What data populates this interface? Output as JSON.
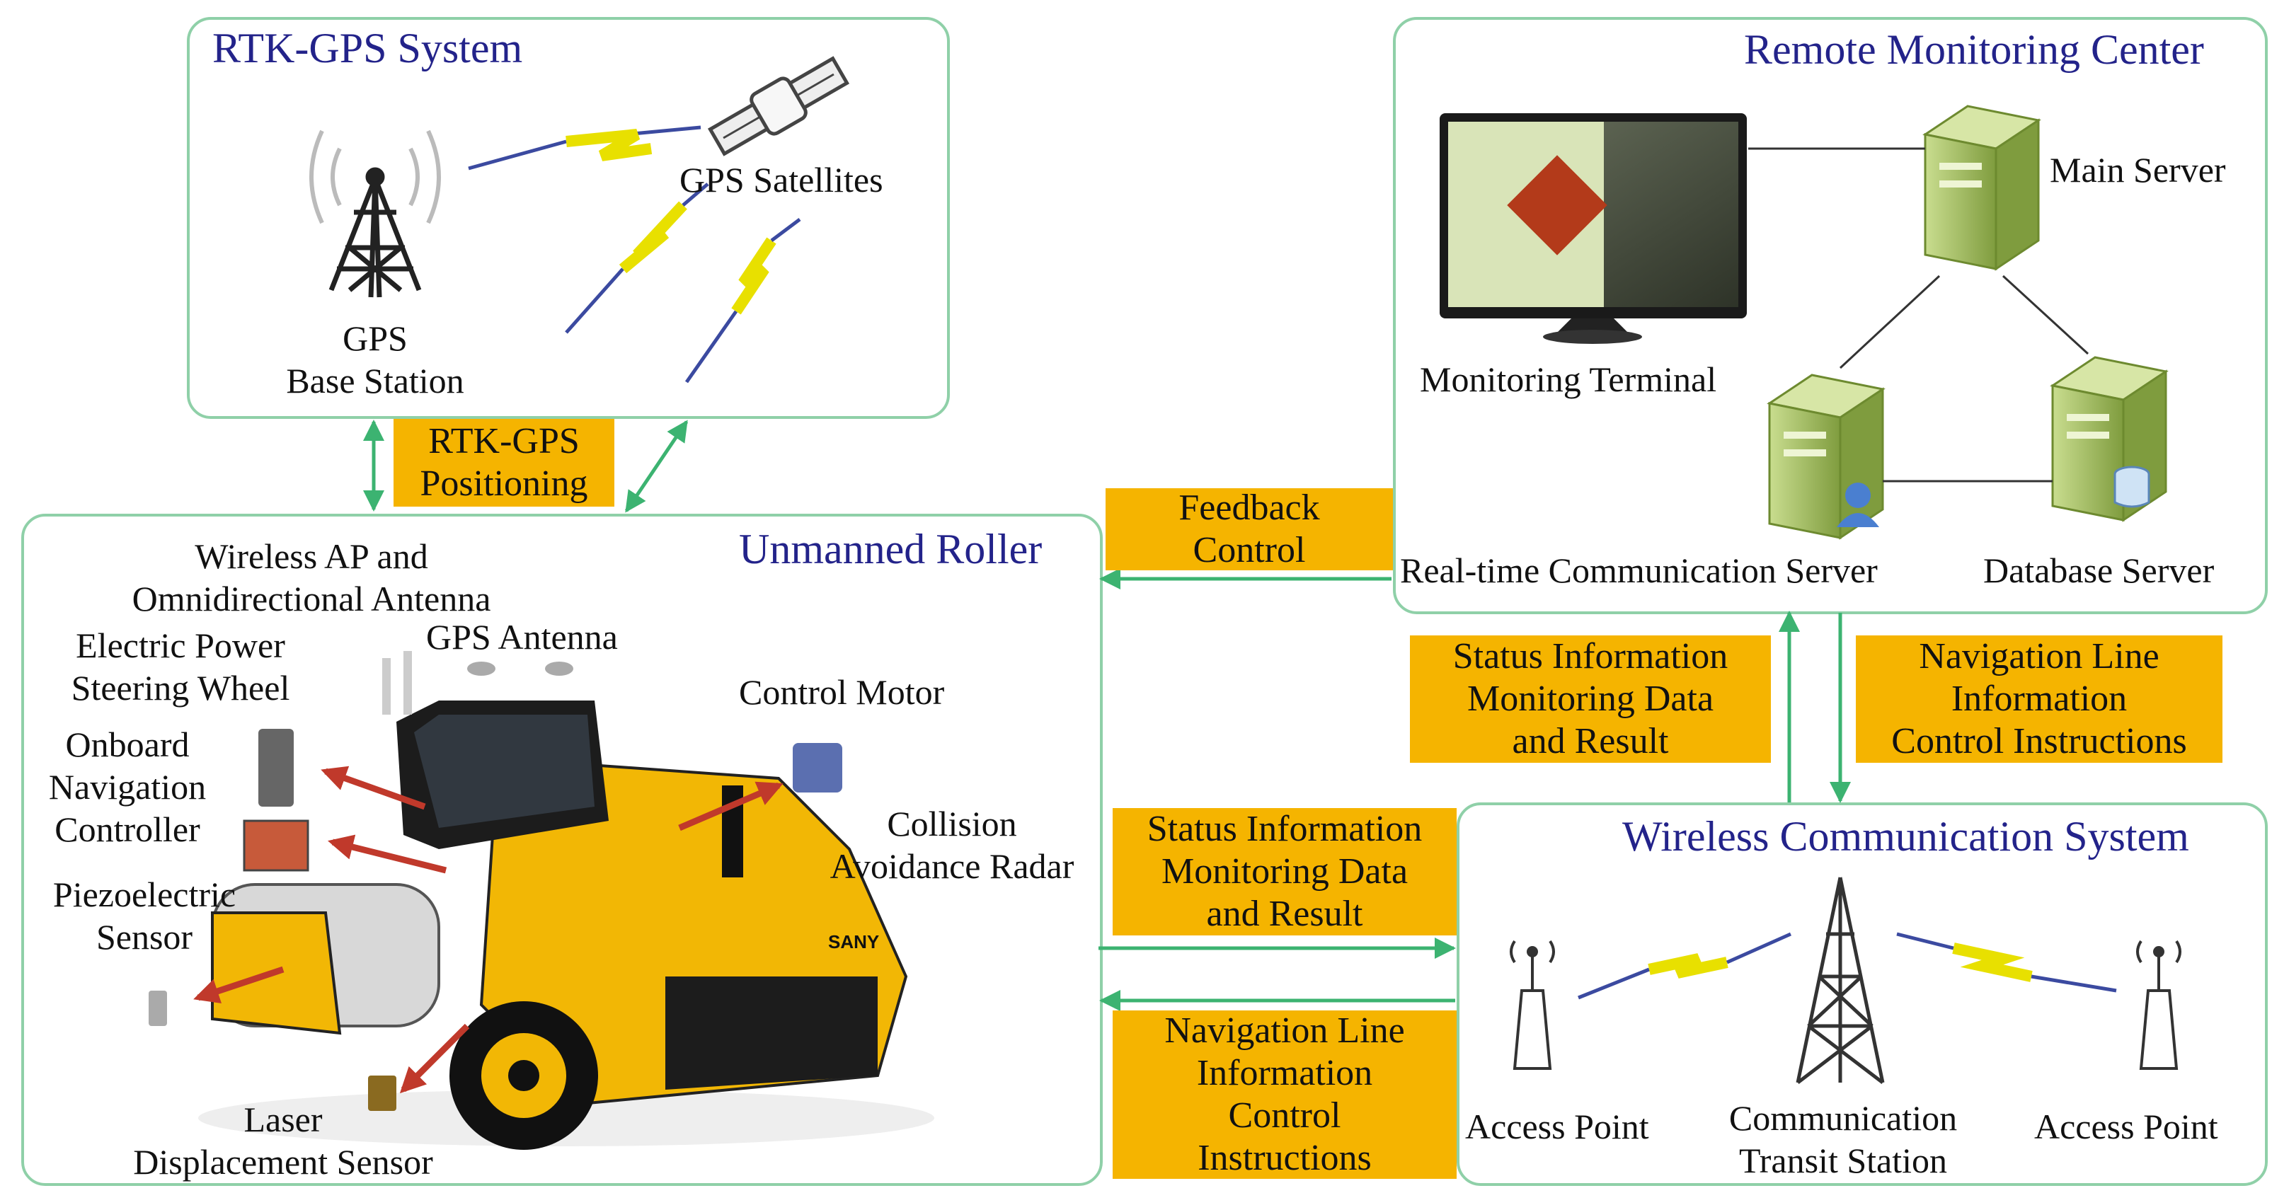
{
  "panels": {
    "rtk": {
      "title": "RTK-GPS System"
    },
    "remote": {
      "title": "Remote Monitoring Center"
    },
    "roller": {
      "title": "Unmanned Roller"
    },
    "wireless": {
      "title": "Wireless Communication System"
    }
  },
  "rtk_labels": {
    "satellites": "GPS Satellites",
    "base_line1": "GPS",
    "base_line2": "Base Station"
  },
  "remote_labels": {
    "terminal": "Monitoring Terminal",
    "main_server": "Main Server",
    "rt_server": "Real-time Communication Server",
    "db_server": "Database Server"
  },
  "roller_labels": {
    "wireless_ap_1": "Wireless AP and",
    "wireless_ap_2": "Omnidirectional Antenna",
    "gps_antenna": "GPS Antenna",
    "steering_1": "Electric Power",
    "steering_2": "Steering Wheel",
    "onboard_1": "Onboard",
    "onboard_2": "Navigation",
    "onboard_3": "Controller",
    "control_motor": "Control Motor",
    "radar_1": "Collision",
    "radar_2": "Avoidance Radar",
    "piezo_1": "Piezoelectric",
    "piezo_2": "Sensor",
    "laser_1": "Laser",
    "laser_2": "Displacement Sensor",
    "brand_text": "SANY"
  },
  "wireless_labels": {
    "ap_left": "Access Point",
    "ap_right": "Access Point",
    "transit_1": "Communication",
    "transit_2": "Transit Station"
  },
  "tags": {
    "rtk_positioning": [
      "RTK-GPS",
      "Positioning"
    ],
    "feedback": [
      "Feedback",
      "Control"
    ],
    "status_upper": [
      "Status Information",
      "Monitoring Data",
      "and Result"
    ],
    "nav_upper": [
      "Navigation Line",
      "Information",
      "Control Instructions"
    ],
    "status_lower": [
      "Status Information",
      "Monitoring Data",
      "and Result"
    ],
    "nav_lower": [
      "Navigation Line",
      "Information",
      "Control",
      "Instructions"
    ]
  },
  "colors": {
    "panel_border": "#8fd0a8",
    "arrow": "#3cb371",
    "tag_fill": "#f5b400",
    "title_text": "#23238a",
    "lightning": "#f2ee1a",
    "red_arrow": "#c0392b",
    "roller_body": "#f2b705",
    "server_green": "#a8c46a"
  }
}
